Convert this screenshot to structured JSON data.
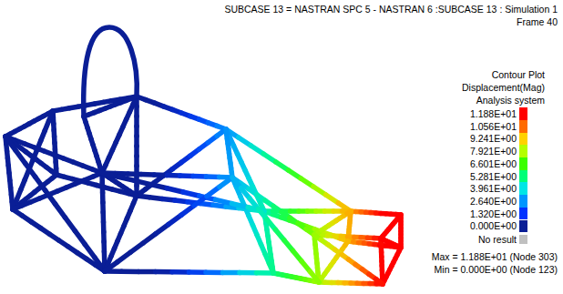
{
  "diagram": {
    "title": "SUBCASE 13 = NASTRAN SPC 5 - NASTRAN 6 :SUBCASE 13 : Simulation 1",
    "labels": [
      "Frame 40",
      "Contour Plot",
      "Displacement(Mag)",
      "Analysis system",
      "Max = 1.188E+01 (Node 303)",
      "Min = 0.000E+00 (Node 123)"
    ],
    "legend": [
      {
        "text": "1.188E+01",
        "color": "#ff0000"
      },
      {
        "text": "1.056E+01",
        "color": "#ff6a00"
      },
      {
        "text": "9.241E+00",
        "color": "#ffd200"
      },
      {
        "text": "7.921E+00",
        "color": "#b4ff00"
      },
      {
        "text": "6.601E+00",
        "color": "#3cff00"
      },
      {
        "text": "5.281E+00",
        "color": "#00ff78"
      },
      {
        "text": "3.961E+00",
        "color": "#00e6e6"
      },
      {
        "text": "2.640E+00",
        "color": "#0096ff"
      },
      {
        "text": "1.320E+00",
        "color": "#0032ff"
      },
      {
        "text": "0.000E+00",
        "color": "#0a1e96"
      },
      {
        "text": "No result",
        "color": "#c0c0c0"
      }
    ]
  }
}
